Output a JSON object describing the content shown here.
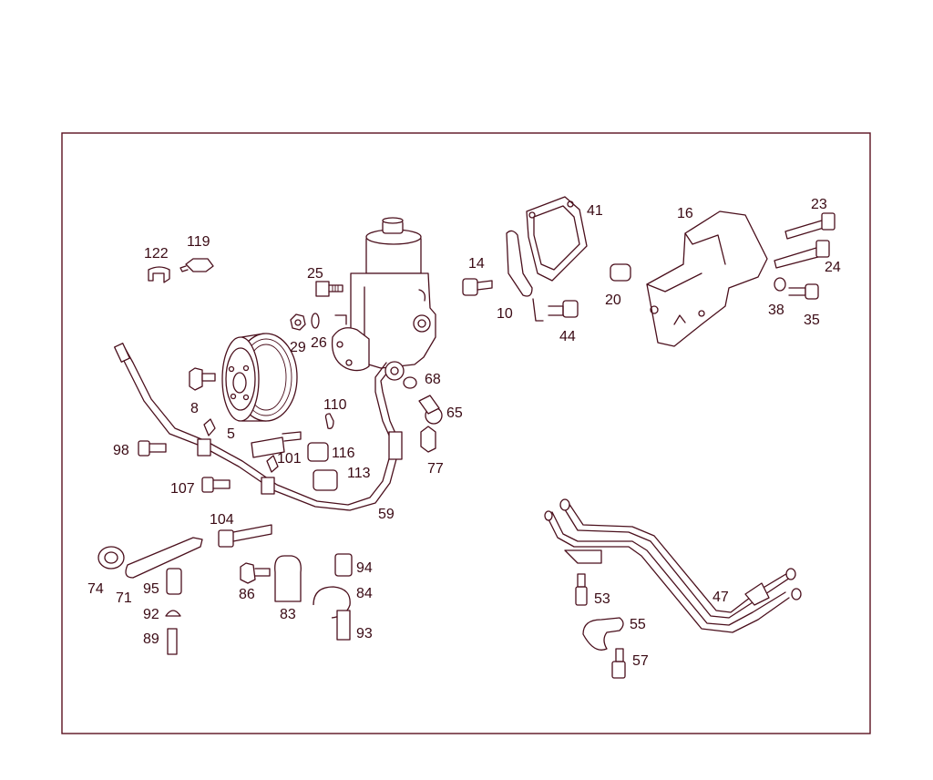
{
  "diagram": {
    "colors": {
      "line": "#4a0f1c",
      "frame": "#5a1020",
      "text": "#3a0a14",
      "background": "#ffffff"
    },
    "labels": {
      "p122": "122",
      "p119": "119",
      "p25": "25",
      "p29": "29",
      "p26": "26",
      "p8": "8",
      "p5": "5",
      "p98": "98",
      "p107": "107",
      "p110": "110",
      "p101": "101",
      "p116": "116",
      "p113": "113",
      "p68": "68",
      "p65": "65",
      "p77": "77",
      "p59": "59",
      "p104": "104",
      "p74": "74",
      "p71": "71",
      "p95": "95",
      "p92": "92",
      "p89": "89",
      "p86": "86",
      "p83": "83",
      "p94": "94",
      "p84": "84",
      "p93": "93",
      "p14": "14",
      "p10": "10",
      "p41": "41",
      "p44": "44",
      "p20": "20",
      "p16": "16",
      "p23": "23",
      "p24": "24",
      "p38": "38",
      "p35": "35",
      "p47": "47",
      "p53": "53",
      "p55": "55",
      "p57": "57"
    }
  }
}
